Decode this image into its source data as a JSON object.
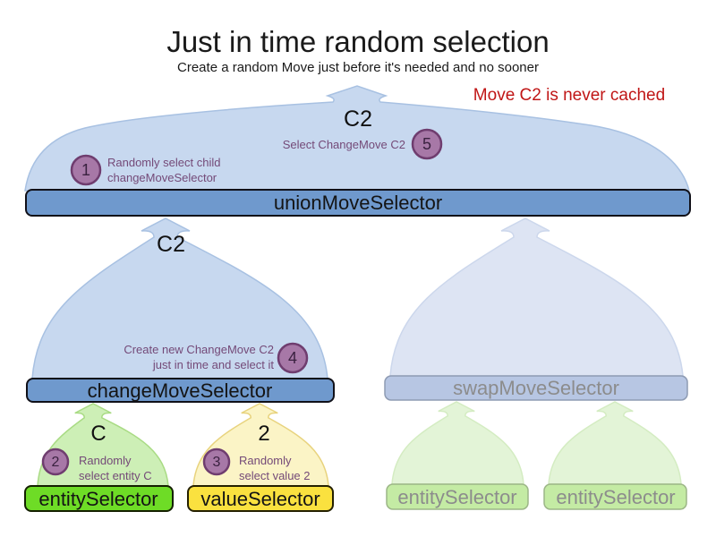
{
  "header": {
    "title": "Just in time random selection",
    "subtitle": "Create a random Move just before it's needed and no sooner",
    "note": "Move C2 is never cached"
  },
  "union_selector": {
    "bar_label": "unionMoveSelector",
    "incoming_move_label": "C2",
    "steps": {
      "step1": {
        "number": "1",
        "line1": "Randomly select child",
        "line2": "changeMoveSelector"
      },
      "step5": {
        "number": "5",
        "text": "Select ChangeMove C2"
      }
    }
  },
  "change_selector": {
    "bar_label": "changeMoveSelector",
    "incoming_move_label": "C2",
    "steps": {
      "step4": {
        "number": "4",
        "line1": "Create new ChangeMove C2",
        "line2": "just in time and select it"
      }
    }
  },
  "swap_selector": {
    "bar_label": "swapMoveSelector"
  },
  "entity_selector": {
    "bar_label": "entitySelector",
    "incoming_label": "C",
    "steps": {
      "step2": {
        "number": "2",
        "line1": "Randomly",
        "line2": "select entity C"
      }
    }
  },
  "value_selector": {
    "bar_label": "valueSelector",
    "incoming_label": "2",
    "steps": {
      "step3": {
        "number": "3",
        "line1": "Randomly",
        "line2": "select value 2"
      }
    }
  },
  "faded_selectors": {
    "left_bar_label": "entitySelector",
    "right_bar_label": "entitySelector"
  },
  "colors": {
    "note_red": "#c01616",
    "active_bar_blue": "#6f99cd",
    "dome_blue": "#c7d8ef",
    "faded_bar_blue": "#b7c6e3",
    "faded_dome_blue": "#dde4f3",
    "entity_bar_green": "#6edc26",
    "entity_dome_green": "#cdefb6",
    "value_bar_yellow": "#fae13f",
    "value_dome_yellow": "#fbf4c6",
    "faded_bar_green": "#c4eba4",
    "faded_dome_green": "#e3f4d7",
    "step_circle_purple": "#a778a7",
    "annotation_purple": "#744a78"
  }
}
